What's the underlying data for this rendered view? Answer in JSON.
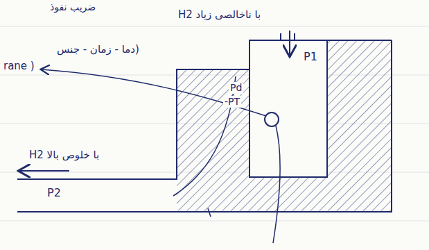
{
  "diagram": {
    "labels": [
      "ضریب نفوذ",
      "H2 با ناخالصی زیاد",
      "P1",
      "(دما - زمان - جنس",
      "rane )",
      "Pd",
      "-PT",
      "H2 با خلوص بالا",
      "P2"
    ]
  }
}
